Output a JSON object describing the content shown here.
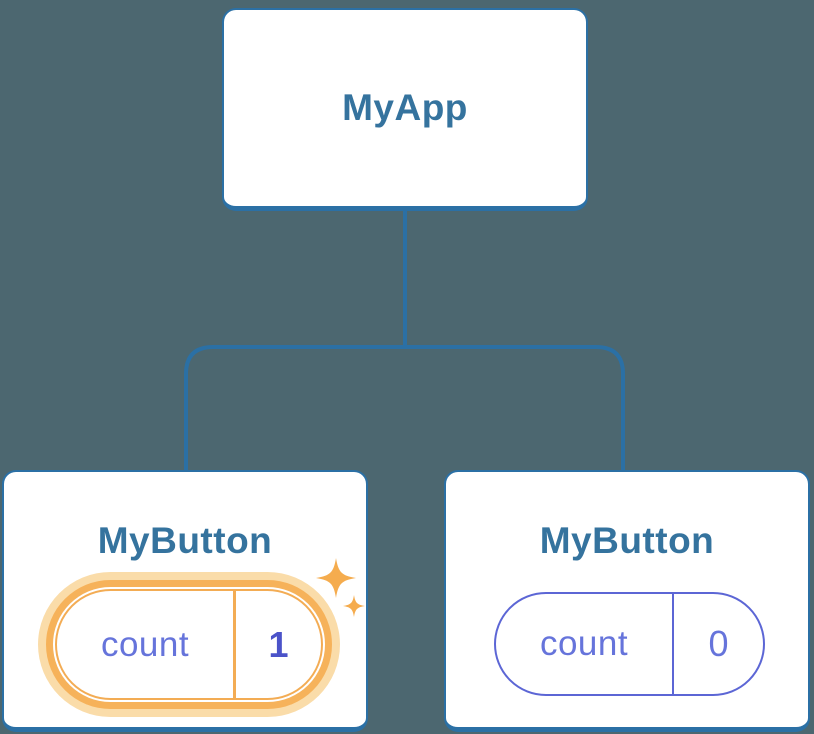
{
  "diagram": {
    "type": "component-tree",
    "cards": {
      "root": {
        "label": "MyApp"
      },
      "children": [
        {
          "label": "MyButton",
          "state": {
            "key": "count",
            "value": "1"
          },
          "highlighted": true,
          "highlight_meaning": "state just updated"
        },
        {
          "label": "MyButton",
          "state": {
            "key": "count",
            "value": "0"
          },
          "highlighted": false
        }
      ]
    }
  },
  "icons": {
    "sparkle_large": "sparkle-icon",
    "sparkle_small": "sparkle-icon"
  },
  "colors": {
    "background": "#4C6770",
    "card_background": "#FFFFFF",
    "card_border": "#2B70A5",
    "heading_text": "#35739E",
    "connector": "#2B70A5",
    "state_text": "#6674DB",
    "state_value_active": "#4B53C9",
    "state_pill_border": "#5C66D5",
    "highlight_ring": "#F6B25A",
    "highlight_halo": "#FADCA9",
    "highlight_border": "#F3AC54",
    "sparkle": "#F5AC4E"
  }
}
